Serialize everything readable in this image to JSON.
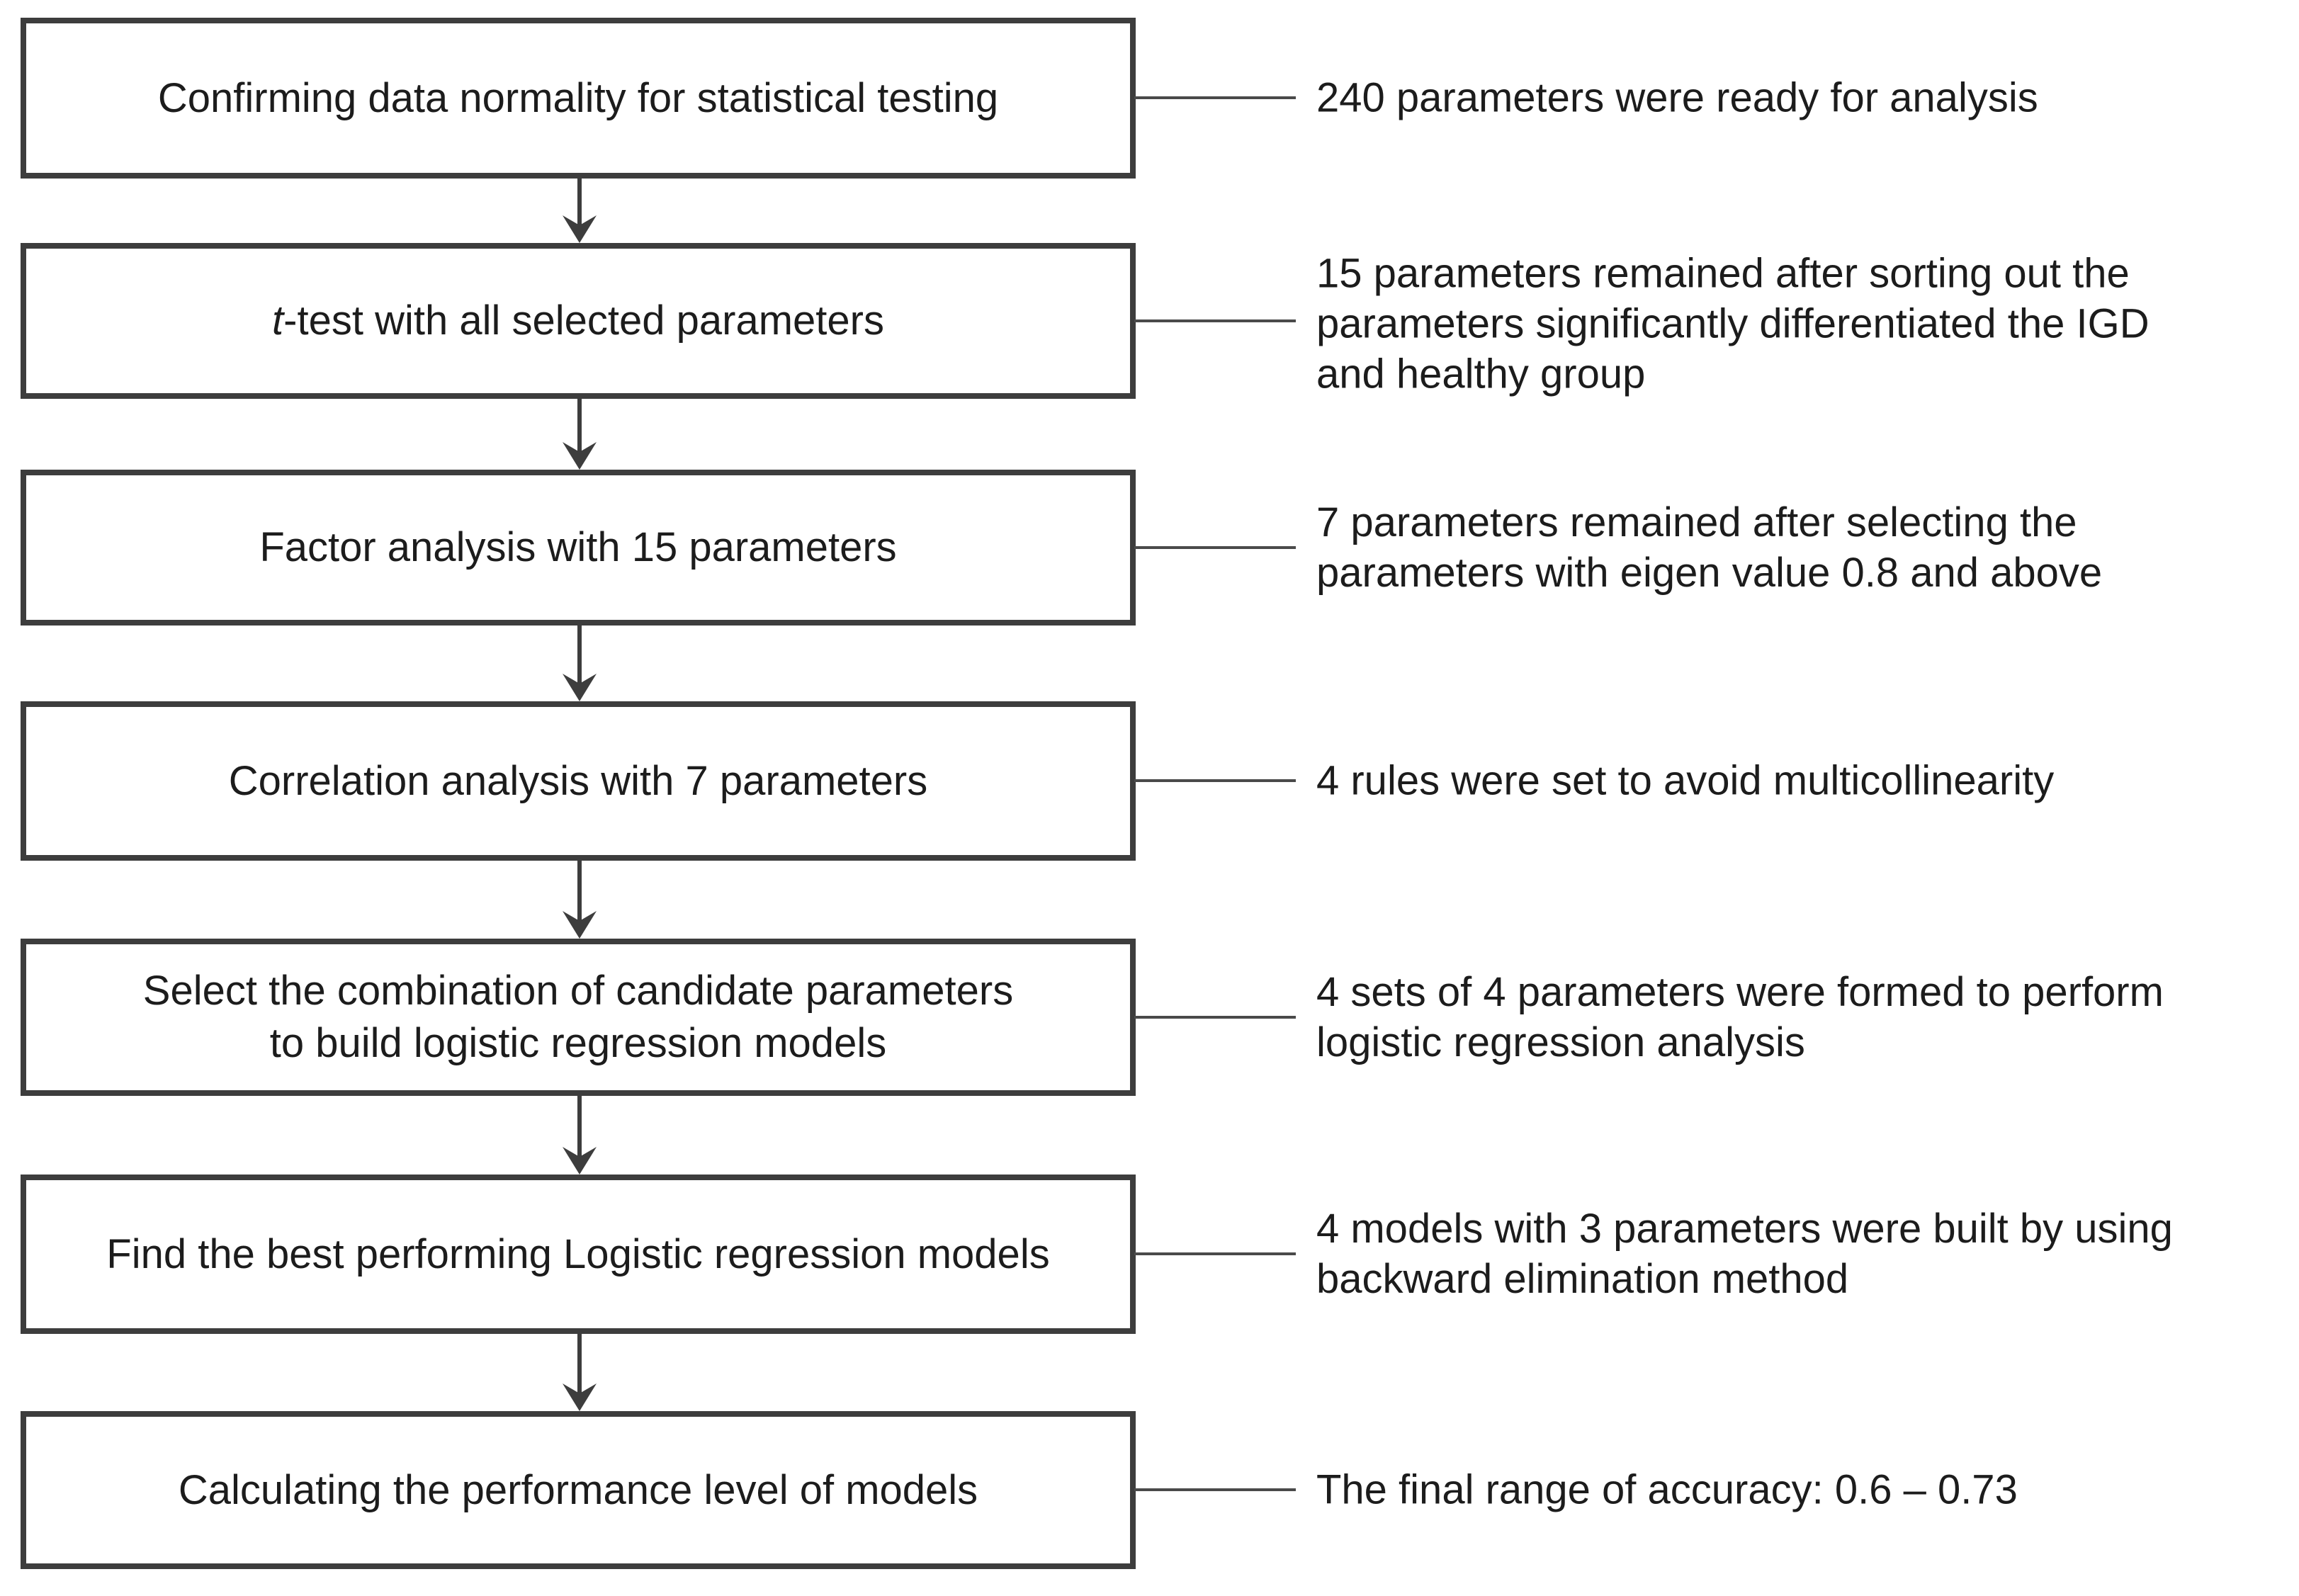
{
  "diagram": {
    "title": "Parameter selection and logistic regression modeling flowchart",
    "colors": {
      "box_border": "#3d3d3d",
      "text": "#1c1c1c",
      "connector_line": "#4a4a4a",
      "arrow": "#3d3d3d",
      "background": "#ffffff"
    },
    "steps": [
      {
        "label": "Confirming data normality for statistical testing",
        "note": "240 parameters were ready for analysis"
      },
      {
        "label_italic": "t",
        "label_rest": "-test with all selected parameters",
        "note": [
          "15 parameters remained after sorting out the",
          "parameters significantly differentiated the IGD",
          "and healthy group"
        ]
      },
      {
        "label": "Factor analysis with 15 parameters",
        "note": [
          "7 parameters remained after selecting the",
          "parameters with eigen value 0.8 and above"
        ]
      },
      {
        "label": "Correlation analysis with 7 parameters",
        "note": "4 rules were set to avoid multicollinearity"
      },
      {
        "label": [
          "Select the combination of candidate parameters",
          "to build logistic regression models"
        ],
        "note": [
          "4 sets of 4 parameters were formed to perform",
          "logistic regression analysis"
        ]
      },
      {
        "label": "Find the best performing Logistic regression models",
        "note": [
          "4 models with 3 parameters were built by using",
          "backward elimination method"
        ]
      },
      {
        "label": "Calculating the performance level of models",
        "note": "The final range of accuracy: 0.6 – 0.73"
      }
    ]
  }
}
